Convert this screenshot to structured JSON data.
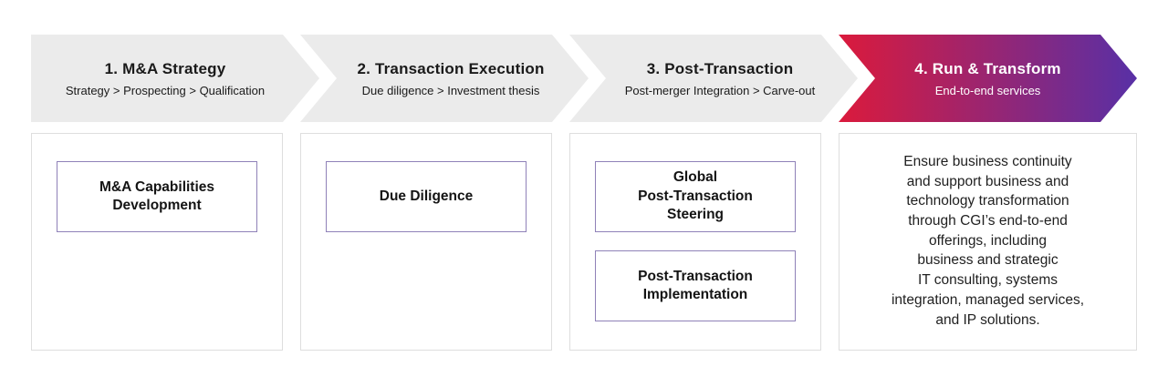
{
  "colors": {
    "chevron_bg": "#ebebeb",
    "gradient_start": "#db1a3c",
    "gradient_end": "#5830a6",
    "box_border": "#8f81b8",
    "panel_border": "#dedede",
    "text_dark": "#1a1a1a",
    "text_light": "#ffffff"
  },
  "stages": [
    {
      "title": "1. M&A Strategy",
      "subtitle": "Strategy > Prospecting > Qualification",
      "highlighted": false,
      "items": [
        "M&A Capabilities\nDevelopment"
      ]
    },
    {
      "title": "2. Transaction Execution",
      "subtitle": "Due diligence > Investment thesis",
      "highlighted": false,
      "items": [
        "Due Diligence"
      ]
    },
    {
      "title": "3. Post-Transaction",
      "subtitle": "Post-merger Integration > Carve-out",
      "highlighted": false,
      "items": [
        "Global\nPost-Transaction\nSteering",
        "Post-Transaction\nImplementation"
      ]
    },
    {
      "title": "4. Run & Transform",
      "subtitle": "End-to-end services",
      "highlighted": true,
      "items": [],
      "description": "Ensure business continuity\nand support business and\ntechnology transformation\nthrough CGI’s end-to-end\nofferings, including\nbusiness and strategic\nIT consulting, systems\nintegration, managed services,\nand IP solutions."
    }
  ]
}
